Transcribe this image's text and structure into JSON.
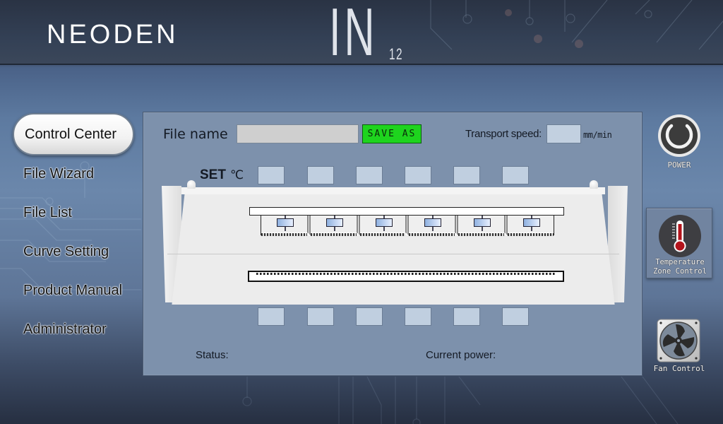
{
  "header": {
    "brand": "NEODEN",
    "model_letters": "IN",
    "model_number": "12"
  },
  "sidebar": {
    "items": [
      {
        "label": "Control Center",
        "active": true
      },
      {
        "label": "File Wizard",
        "active": false
      },
      {
        "label": "File List",
        "active": false
      },
      {
        "label": "Curve Setting",
        "active": false
      },
      {
        "label": "Product Manual",
        "active": false
      },
      {
        "label": "Administrator",
        "active": false
      }
    ]
  },
  "panel": {
    "file_name_label": "File name",
    "file_name_value": "",
    "save_as_label": "SAVE AS",
    "transport_speed_label": "Transport speed:",
    "transport_speed_value": "",
    "transport_speed_unit": "mm/min",
    "set_label": "SET",
    "set_unit": "℃",
    "upper_zones": [
      "",
      "",
      "",
      "",
      "",
      ""
    ],
    "lower_zones": [
      "",
      "",
      "",
      "",
      "",
      ""
    ],
    "status_label": "Status:",
    "status_value": "",
    "current_power_label": "Current power:",
    "current_power_value": ""
  },
  "controls": {
    "power_label": "POWER",
    "temperature_zone_label_line1": "Temperature",
    "temperature_zone_label_line2": "Zone Control",
    "fan_control_label": "Fan Control"
  },
  "colors": {
    "save_button": "#1ed41e",
    "panel_bg": "#7d91ac",
    "zone_box": "#c0cfe0",
    "thermometer_red": "#b3141c"
  }
}
